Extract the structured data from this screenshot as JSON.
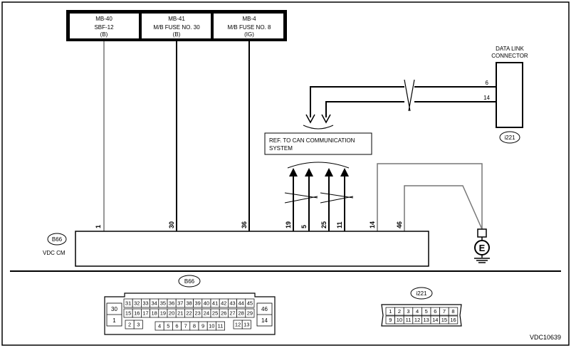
{
  "fuses": [
    {
      "name": "MB-40",
      "label": "SBF-12",
      "state": "(B)"
    },
    {
      "name": "MB-41",
      "label": "M/B FUSE NO. 30",
      "state": "(B)"
    },
    {
      "name": "MB-4",
      "label": "M/B FUSE NO. 8",
      "state": "(IG)"
    }
  ],
  "dlc": {
    "title_line1": "DATA LINK",
    "title_line2": "CONNECTOR",
    "pin_a": "6",
    "pin_b": "14",
    "tag": "i221"
  },
  "can_ref": {
    "line1": "REF. TO CAN COMMUNICATION",
    "line2": "SYSTEM"
  },
  "module": {
    "tag": "B66",
    "name": "VDC CM"
  },
  "pins": {
    "p1": "1",
    "p30": "30",
    "p36": "36",
    "p19": "19",
    "p5": "5",
    "p25": "25",
    "p11": "11",
    "p14": "14",
    "p46": "46"
  },
  "ground_label": "E",
  "b66_connector": {
    "tag": "B66",
    "left_top": "30",
    "left_bottom": "1",
    "right_top": "46",
    "right_bottom": "14",
    "row1": [
      "31",
      "32",
      "33",
      "34",
      "35",
      "36",
      "37",
      "38",
      "39",
      "40",
      "41",
      "42",
      "43",
      "44",
      "45"
    ],
    "row2": [
      "15",
      "16",
      "17",
      "18",
      "19",
      "20",
      "21",
      "22",
      "23",
      "24",
      "25",
      "26",
      "27",
      "28",
      "29"
    ],
    "row3a": [
      "2",
      "3"
    ],
    "row3b": [
      "4",
      "5",
      "6",
      "7",
      "8",
      "9",
      "10",
      "11"
    ],
    "row3c": [
      "12",
      "13"
    ]
  },
  "i221_connector": {
    "tag": "i221",
    "row1": [
      "1",
      "2",
      "3",
      "4",
      "5",
      "6",
      "7",
      "8"
    ],
    "row2": [
      "9",
      "10",
      "11",
      "12",
      "13",
      "14",
      "15",
      "16"
    ]
  },
  "diagram_code": "VDC10639"
}
